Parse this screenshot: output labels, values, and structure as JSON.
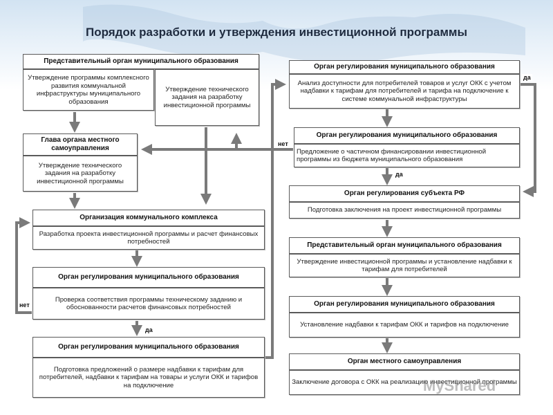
{
  "title": "Порядок разработки и утверждения инвестиционной программы",
  "left": {
    "rep_header": "Представительный орган муниципального образования",
    "rep_text": "Утверждение программы комплексного развития коммунальной инфраструктуры муниципального образования",
    "tech_task_text": "Утверждение технического задания на разработку инвестиционной программы",
    "head_header": "Глава органа местного самоуправления",
    "head_text": "Утверждение технического задания на разработку инвестиционной программы",
    "org_header": "Организация коммунального комплекса",
    "org_text": "Разработка проекта инвестиционной программы и расчет финансовых потребностей",
    "reg1_header": "Орган регулирования муниципального образования",
    "reg1_text": "Проверка соответствия программы техническому заданию и обоснованности расчетов финансовых потребностей",
    "reg2_header": "Орган регулирования муниципального образования",
    "reg2_text": "Подготовка предложений о размере надбавки к тарифам для потребителей, надбавки к тарифам на товары и услуги ОКК и тарифов на подключение"
  },
  "right": {
    "r1_header": "Орган регулирования муниципального образования",
    "r1_text": "Анализ доступности для потребителей товаров и услуг ОКК с учетом надбавки к тарифам для потребителей и тарифа на подключение к системе коммунальной инфраструктуры",
    "r2_header": "Орган регулирования муниципального образования",
    "r2_text": "Предложение о частичном финансировании инвестиционной программы из бюджета муниципального образования",
    "r3_header": "Орган регулирования субъекта РФ",
    "r3_text": "Подготовка заключения на проект инвестиционной программы",
    "r4_header": "Представительный орган муниципального образования",
    "r4_text": "Утверждение инвестиционной программы и установление надбавки к тарифам для потребителей",
    "r5_header": "Орган регулирования муниципального образования",
    "r5_text": "Установление надбавки к тарифам ОКК и тарифов на подключение",
    "r6_header": "Орган местного самоуправления",
    "r6_text": "Заключение договора с ОКК на реализацию инвестиционной программы"
  },
  "labels": {
    "yes": "да",
    "no": "нет"
  },
  "watermark": "MyShared",
  "colors": {
    "arrow": "#7a7a7a",
    "border": "#5a5a5a",
    "title": "#1f2b3f"
  }
}
